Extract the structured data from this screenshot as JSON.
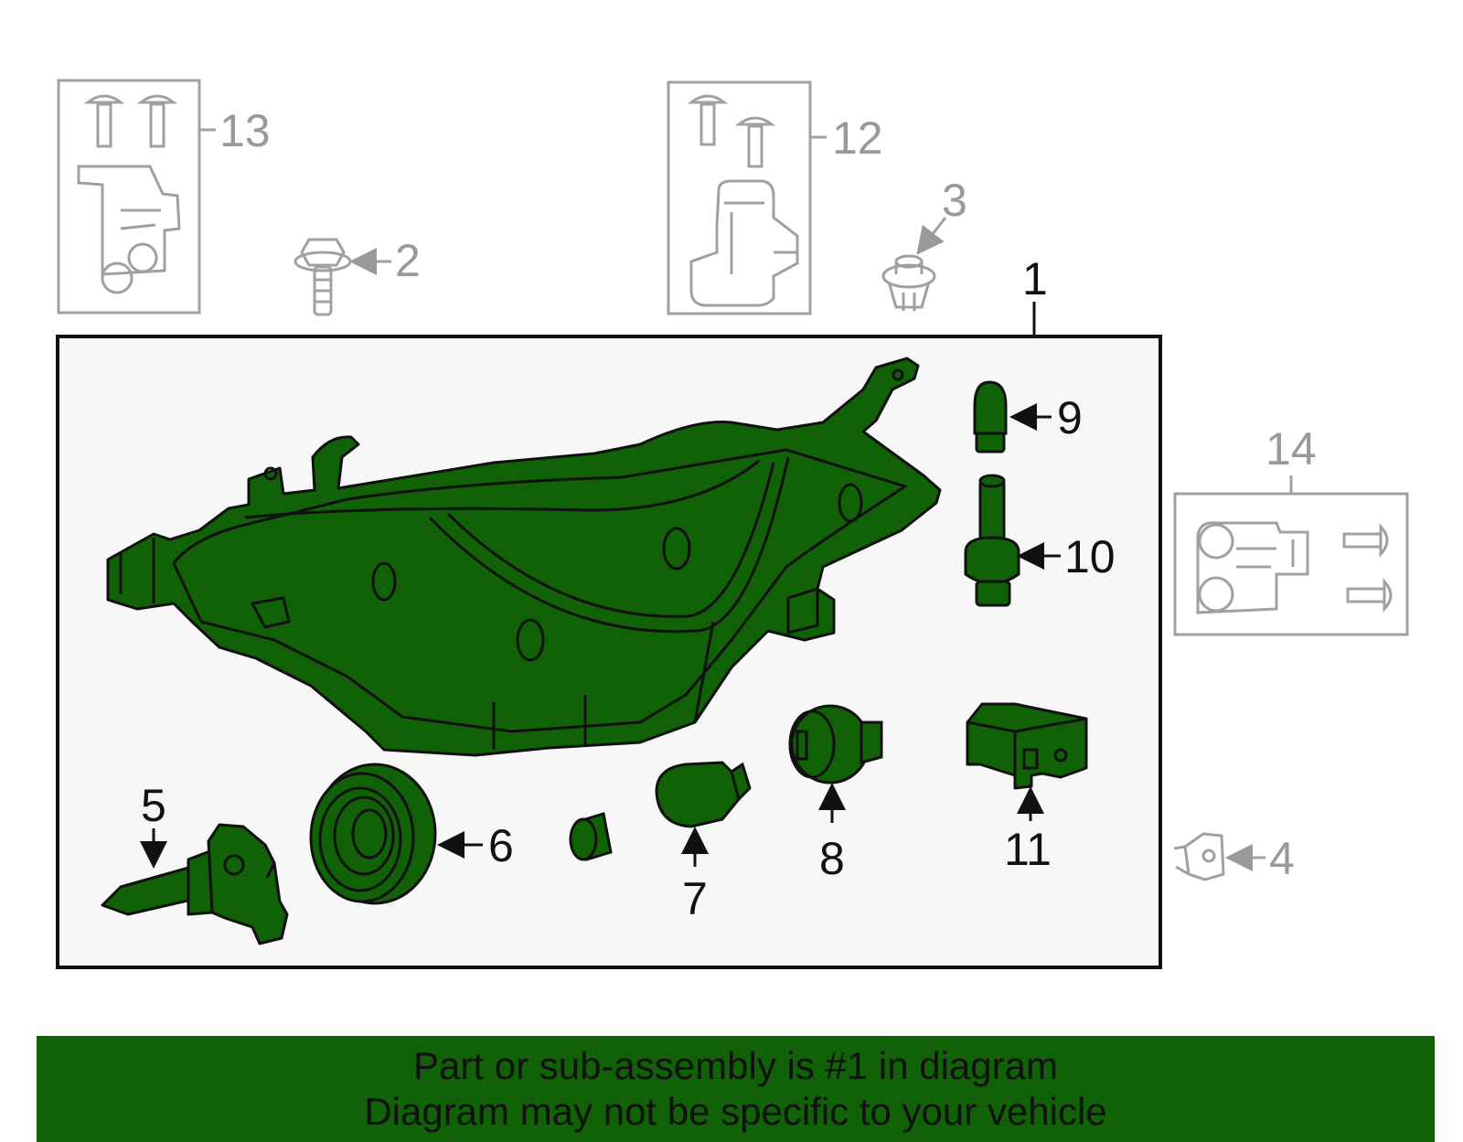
{
  "diagram": {
    "callouts": {
      "c1": "1",
      "c2": "2",
      "c3": "3",
      "c4": "4",
      "c5": "5",
      "c6": "6",
      "c7": "7",
      "c8": "8",
      "c9": "9",
      "c10": "10",
      "c11": "11",
      "c12": "12",
      "c13": "13",
      "c14": "14"
    },
    "colors": {
      "highlight_fill": "#116106",
      "outline": "#111111",
      "inactive_outline": "#a0a0a0",
      "panel_background": "#f7f7f7"
    }
  },
  "banner": {
    "line1": "Part or sub-assembly is #1 in diagram",
    "line2": "Diagram may not be specific to your vehicle"
  }
}
